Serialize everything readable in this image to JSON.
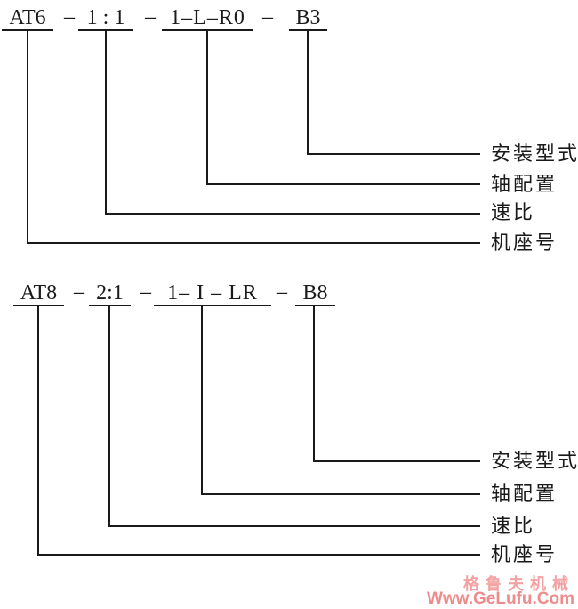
{
  "page": {
    "background": "#ffffff",
    "line_color": "#1a1a1a"
  },
  "diagrams": [
    {
      "code": "AT6 – 1:1 – 1–L–R0 – B3",
      "segments": [
        "AT6",
        "1 : 1",
        "1–L–R0",
        "B3"
      ],
      "separator": "–",
      "labels": [
        "安装型式",
        "轴配置",
        "速比",
        "机座号"
      ]
    },
    {
      "code": "AT8 – 2:1 – 1–I–LR – B8",
      "segments": [
        "AT8",
        "2:1",
        "1– I – LR",
        "B8"
      ],
      "separator": "–",
      "labels": [
        "安装型式",
        "轴配置",
        "速比",
        "机座号"
      ]
    }
  ],
  "watermark": {
    "line1": "格鲁夫机械",
    "line2": "Www.GeLufu.Com",
    "color1": "#F2A2A2",
    "color2": "#EE8C8C"
  }
}
